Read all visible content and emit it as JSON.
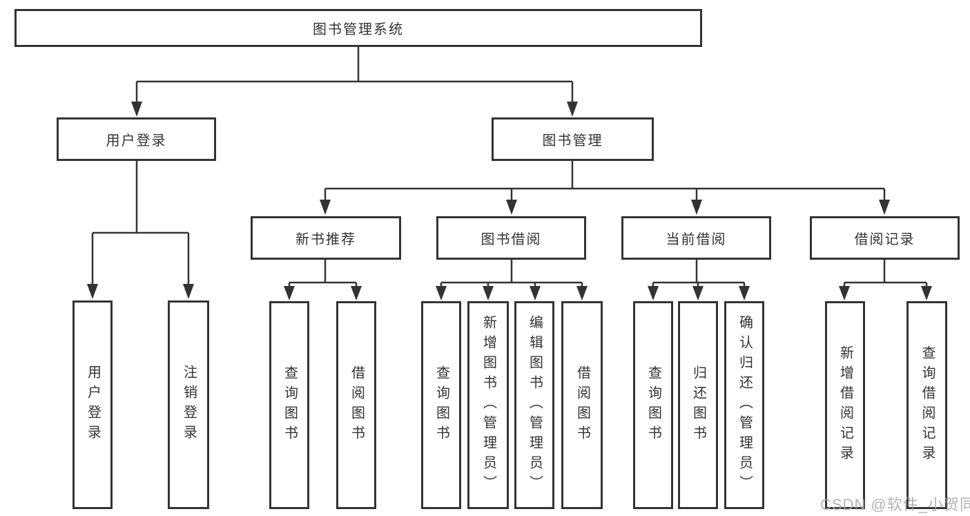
{
  "nodes": {
    "root": {
      "label": "图书管理系统",
      "parent": null
    },
    "user_login": {
      "label": "用户登录",
      "parent": "root"
    },
    "book_mgmt": {
      "label": "图书管理",
      "parent": "root"
    },
    "user_login_action": {
      "label": "用户登录",
      "parent": "user_login"
    },
    "logout": {
      "label": "注销登录",
      "parent": "user_login"
    },
    "new_book_rec": {
      "label": "新书推荐",
      "parent": "book_mgmt"
    },
    "book_borrow": {
      "label": "图书借阅",
      "parent": "book_mgmt"
    },
    "current_borrow": {
      "label": "当前借阅",
      "parent": "book_mgmt"
    },
    "borrow_records": {
      "label": "借阅记录",
      "parent": "book_mgmt"
    },
    "rec_query_books": {
      "label": "查询图书",
      "parent": "new_book_rec"
    },
    "rec_borrow_books": {
      "label": "借阅图书",
      "parent": "new_book_rec"
    },
    "bb_query_books": {
      "label": "查询图书",
      "parent": "book_borrow"
    },
    "bb_add_books": {
      "label": "新增图书（管理员）",
      "parent": "book_borrow"
    },
    "bb_edit_books": {
      "label": "编辑图书（管理员）",
      "parent": "book_borrow"
    },
    "bb_borrow_books": {
      "label": "借阅图书",
      "parent": "book_borrow"
    },
    "cb_query_books": {
      "label": "查询图书",
      "parent": "current_borrow"
    },
    "cb_return_books": {
      "label": "归还图书",
      "parent": "current_borrow"
    },
    "cb_confirm_return": {
      "label": "确认归还（管理员）",
      "parent": "current_borrow"
    },
    "br_add_record": {
      "label": "新增借阅记录",
      "parent": "borrow_records"
    },
    "br_query_record": {
      "label": "查询借阅记录",
      "parent": "borrow_records"
    }
  },
  "colors": {
    "line": "#333333",
    "text": "#333333",
    "watermark_gray": "#a6a6a6"
  },
  "watermark": "CSDN @软件_小贺同学"
}
